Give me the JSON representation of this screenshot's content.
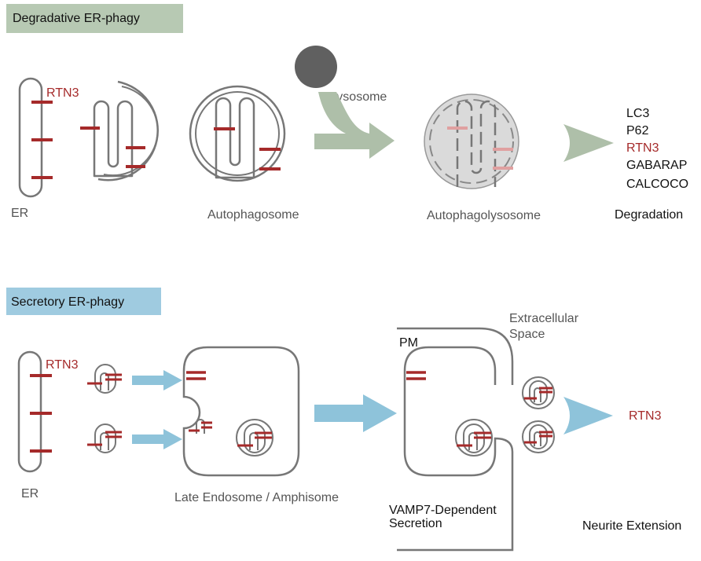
{
  "colors": {
    "membrane": "#777777",
    "rtn3": "#a52a2a",
    "rtn3_faded": "#e0a0a0",
    "green_banner": "#b7c9b3",
    "green_arrow": "#aebfa9",
    "blue_banner": "#9fcbe0",
    "blue_arrow": "#8ec3da",
    "lysosome": "#606060",
    "autolysosome_fill": "#dadada"
  },
  "degradative": {
    "title": "Degradative ER-phagy",
    "rtn3": "RTN3",
    "er": "ER",
    "autophagosome": "Autophagosome",
    "lysosome": "Lysosome",
    "autophagolysosome": "Autophagolysosome",
    "markers": [
      "LC3",
      "P62",
      "RTN3",
      "GABARAP",
      "CALCOCO"
    ],
    "degradation": "Degradation"
  },
  "secretory": {
    "title": "Secretory ER-phagy",
    "rtn3": "RTN3",
    "er": "ER",
    "late_endosome": "Late Endosome / Amphisome",
    "pm": "PM",
    "extracellular_line1": "Extracellular",
    "extracellular_line2": "Space",
    "vamp7_line1": "VAMP7-Dependent",
    "vamp7_line2": "Secretion",
    "rtn3_out": "RTN3",
    "neurite": "Neurite Extension"
  }
}
